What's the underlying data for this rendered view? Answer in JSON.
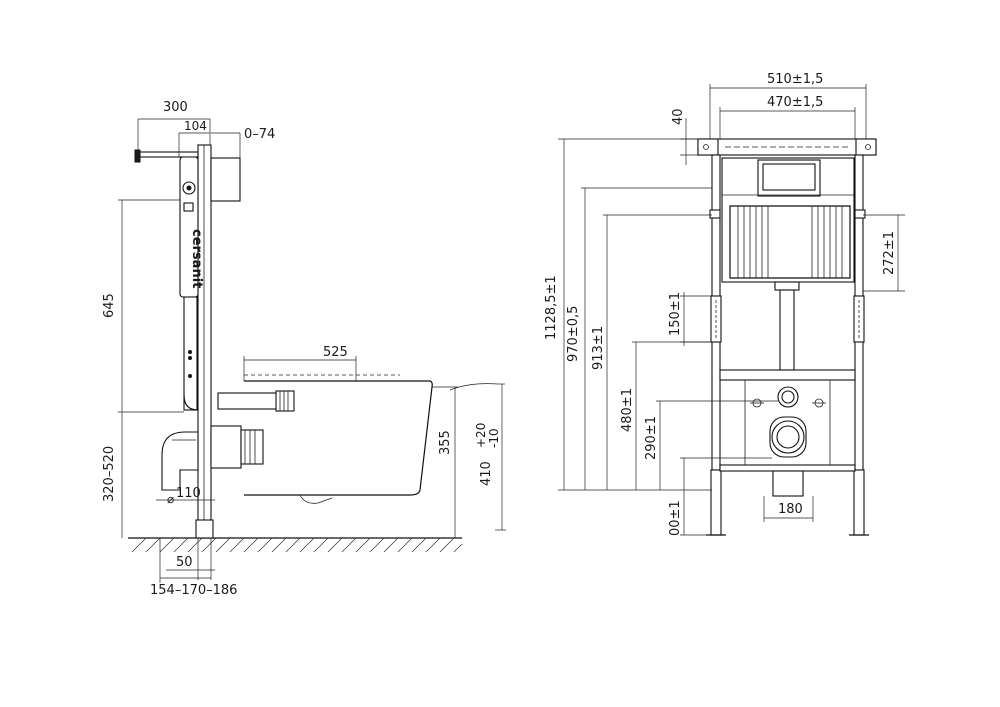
{
  "side_view": {
    "dim_300": "300",
    "dim_104": "104",
    "dim_0_74": "0–74",
    "dim_645": "645",
    "dim_525": "525",
    "dim_355": "355",
    "dim_plus20": "+20",
    "dim_minus10": "-10",
    "dim_410": "410",
    "dim_320_520": "320–520",
    "dim_110": "110",
    "dim_diameter": "⌀",
    "dim_50": "50",
    "dim_154_170_186": "154–170–186",
    "brand": "cersanit"
  },
  "front_view": {
    "dim_510": "510±1,5",
    "dim_470": "470±1,5",
    "dim_40": "40",
    "dim_1128": "1128,5±1",
    "dim_970": "970±0,5",
    "dim_913": "913±1",
    "dim_272": "272±1",
    "dim_150": "150±1",
    "dim_480": "480±1",
    "dim_290": "290±1",
    "dim_00": "00±1",
    "dim_180": "180"
  }
}
